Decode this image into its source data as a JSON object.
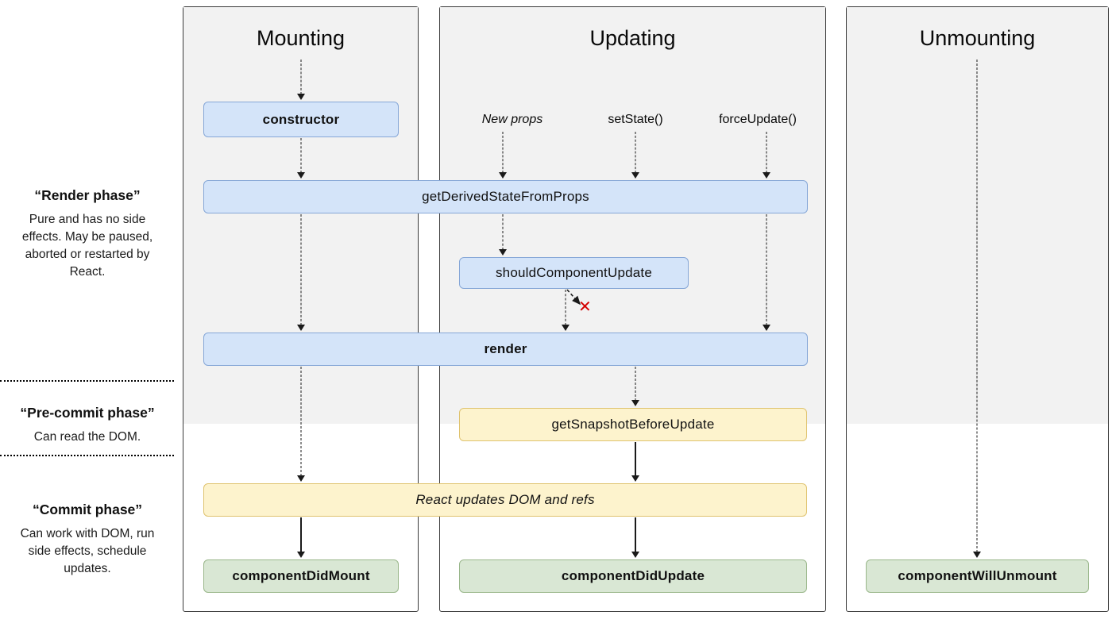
{
  "columns": {
    "mounting": {
      "title": "Mounting"
    },
    "updating": {
      "title": "Updating",
      "triggers": {
        "new_props": "New props",
        "set_state": "setState()",
        "force_update": "forceUpdate()"
      }
    },
    "unmounting": {
      "title": "Unmounting"
    }
  },
  "phases": {
    "render": {
      "title": "“Render phase”",
      "description": "Pure and has no side effects. May be paused, aborted or restarted by React."
    },
    "pre_commit": {
      "title": "“Pre-commit phase”",
      "description": "Can read the DOM."
    },
    "commit": {
      "title": "“Commit phase”",
      "description": "Can work with DOM, run side effects, schedule updates."
    }
  },
  "boxes": {
    "constructor": "constructor",
    "get_derived_state_from_props": "getDerivedStateFromProps",
    "should_component_update": "shouldComponentUpdate",
    "render": "render",
    "get_snapshot_before_update": "getSnapshotBeforeUpdate",
    "react_updates_dom": "React updates DOM and refs",
    "component_did_mount": "componentDidMount",
    "component_did_update": "componentDidUpdate",
    "component_will_unmount": "componentWillUnmount"
  },
  "icons": {
    "stop_icon": "✕"
  },
  "colors": {
    "box_blue_fill": "#d4e4f9",
    "box_blue_border": "#86a7d7",
    "box_yellow_fill": "#fdf3cd",
    "box_yellow_border": "#dfc36f",
    "box_green_fill": "#d9e7d4",
    "box_green_border": "#9ab78b",
    "render_phase_bg": "#f2f2f2",
    "stop_red": "#d40000"
  }
}
